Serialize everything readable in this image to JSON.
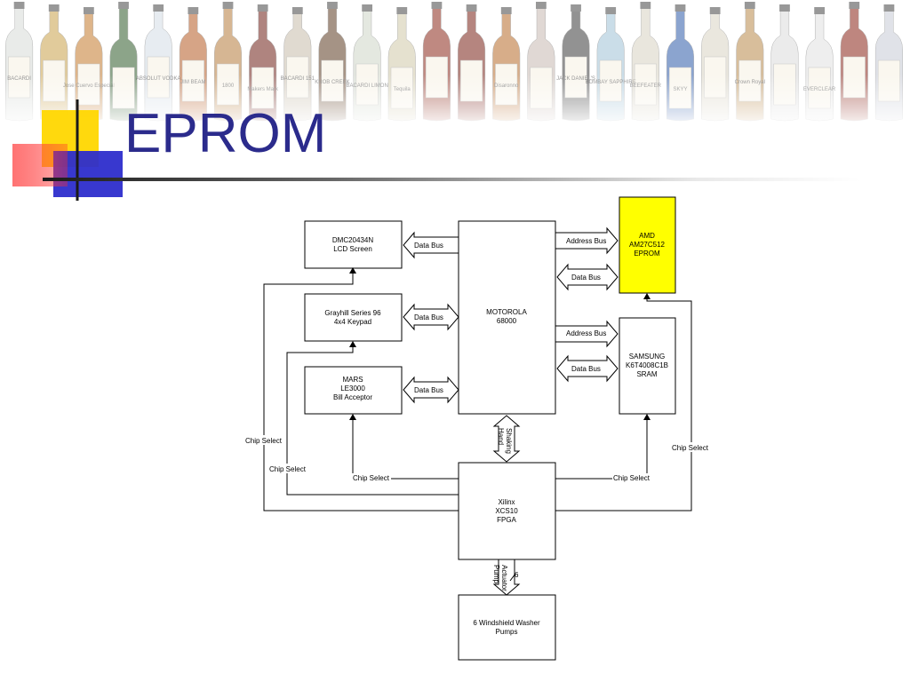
{
  "slide": {
    "title": "EPROM"
  },
  "banner": {
    "bottles": [
      {
        "label": "BACARDI",
        "color": "#d8dcd8"
      },
      {
        "label": "",
        "color": "#c9a24a"
      },
      {
        "label": "Jose Cuervo Especial",
        "color": "#c47a2c"
      },
      {
        "label": "",
        "color": "#2f5a2a"
      },
      {
        "label": "ABSOLUT VODKA",
        "color": "#d4dde6"
      },
      {
        "label": "JIM BEAM",
        "color": "#b55a24"
      },
      {
        "label": "1800",
        "color": "#b67b3c"
      },
      {
        "label": "Makers Mark",
        "color": "#6e2018"
      },
      {
        "label": "BACARDI 151",
        "color": "#c7bcaa"
      },
      {
        "label": "KNOB CREEK",
        "color": "#5d3b22"
      },
      {
        "label": "BACARDI LIMON",
        "color": "#cfd6c8"
      },
      {
        "label": "Tequila",
        "color": "#d1c9a8"
      },
      {
        "label": "",
        "color": "#8b2a1c"
      },
      {
        "label": "",
        "color": "#7a2218"
      },
      {
        "label": "Disaronno",
        "color": "#b86b2a"
      },
      {
        "label": "",
        "color": "#c7b9b2"
      },
      {
        "label": "JACK DANIEL'S",
        "color": "#3a3a3a"
      },
      {
        "label": "BOMBAY SAPPHIRE",
        "color": "#9fc2d6"
      },
      {
        "label": "BEEFEATER",
        "color": "#d8d2c2"
      },
      {
        "label": "SKYY",
        "color": "#2d5aa8"
      },
      {
        "label": "",
        "color": "#d9d4c4"
      },
      {
        "label": "Crown Royal",
        "color": "#b9894a"
      },
      {
        "label": "",
        "color": "#dcdcdc"
      },
      {
        "label": "EVERCLEAR",
        "color": "#e1e1e1"
      },
      {
        "label": "",
        "color": "#8a2418"
      },
      {
        "label": "",
        "color": "#c8ccd6"
      }
    ]
  },
  "diagram": {
    "blocks": {
      "lcd": [
        "DMC20434N",
        "LCD Screen"
      ],
      "keypad": [
        "Grayhill Series 96",
        "4x4 Keypad"
      ],
      "bill": [
        "MARS",
        "LE3000",
        "Bill Acceptor"
      ],
      "cpu": [
        "MOTOROLA",
        "68000"
      ],
      "eprom": [
        "AMD",
        "AM27C512",
        "EPROM"
      ],
      "sram": [
        "SAMSUNG",
        "K6T4008C1B",
        "SRAM"
      ],
      "fpga": [
        "Xilinx",
        "XCS10",
        "FPGA"
      ],
      "pumps": [
        "6 Windshield Washer",
        "Pumps"
      ]
    },
    "labels": {
      "data_bus": "Data Bus",
      "address_bus": "Address Bus",
      "chip_select": "Chip Select",
      "hand_shaking": [
        "Hand",
        "Shaking"
      ],
      "pump_actuator": [
        "Pump",
        "Actuator"
      ],
      "pump_count": "6"
    },
    "colors": {
      "eprom_fill": "#ffff00",
      "title_color": "#2b2b8c",
      "deco_yellow": "#ffd700",
      "deco_red": "#ff3b3b",
      "deco_blue": "#2d2dcc"
    }
  }
}
